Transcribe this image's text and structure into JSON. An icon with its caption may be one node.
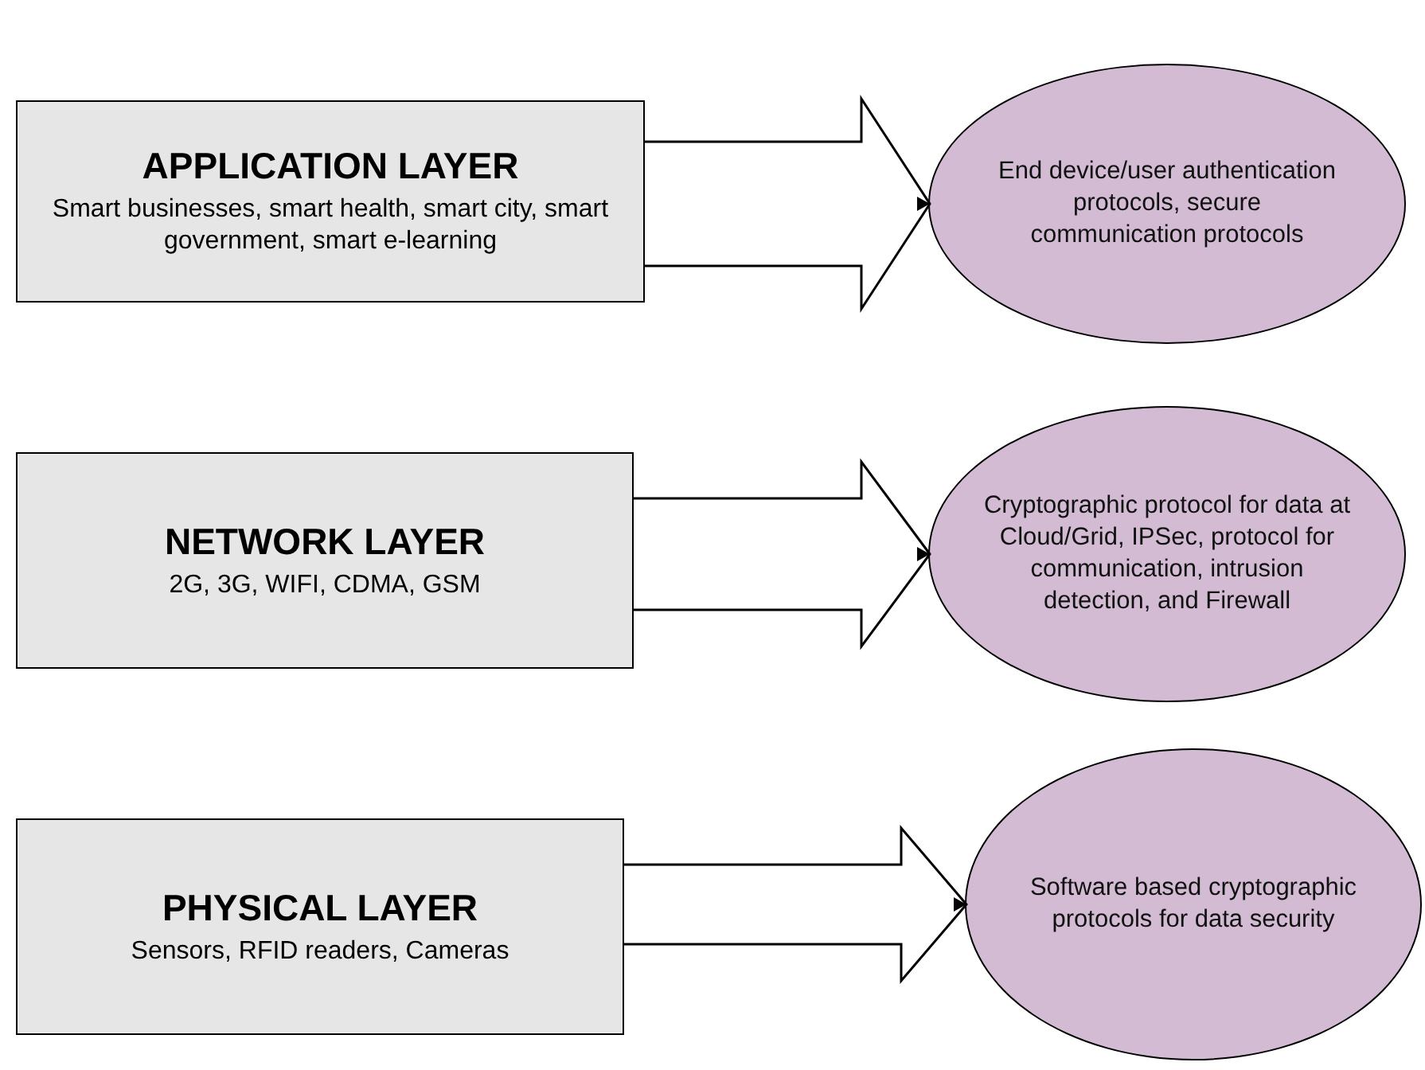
{
  "diagram": {
    "nodes": [
      {
        "text": [
          "APPLICATION LAYER",
          "Smart businesses, smart health, smart city, smart government, smart e-learning"
        ]
      },
      {
        "text": [
          "End device/user authentication protocols, secure communication protocols"
        ]
      },
      {
        "text": [
          "NETWORK LAYER",
          "2G, 3G, WIFI, CDMA, GSM"
        ]
      },
      {
        "text": [
          "Cryptographic protocol for data at Cloud/Grid, IPSec, protocol for communication, intrusion detection, and Firewall"
        ]
      },
      {
        "text": [
          "PHYSICAL LAYER",
          "Sensors, RFID readers, Cameras"
        ]
      },
      {
        "text": [
          "Software based cryptographic protocols for data security"
        ]
      }
    ],
    "edges": [
      {
        "from": 0,
        "to": 1,
        "arrow": "to"
      },
      {
        "from": 2,
        "to": 3,
        "arrow": "to"
      },
      {
        "from": 4,
        "to": 5,
        "arrow": "to"
      }
    ]
  }
}
